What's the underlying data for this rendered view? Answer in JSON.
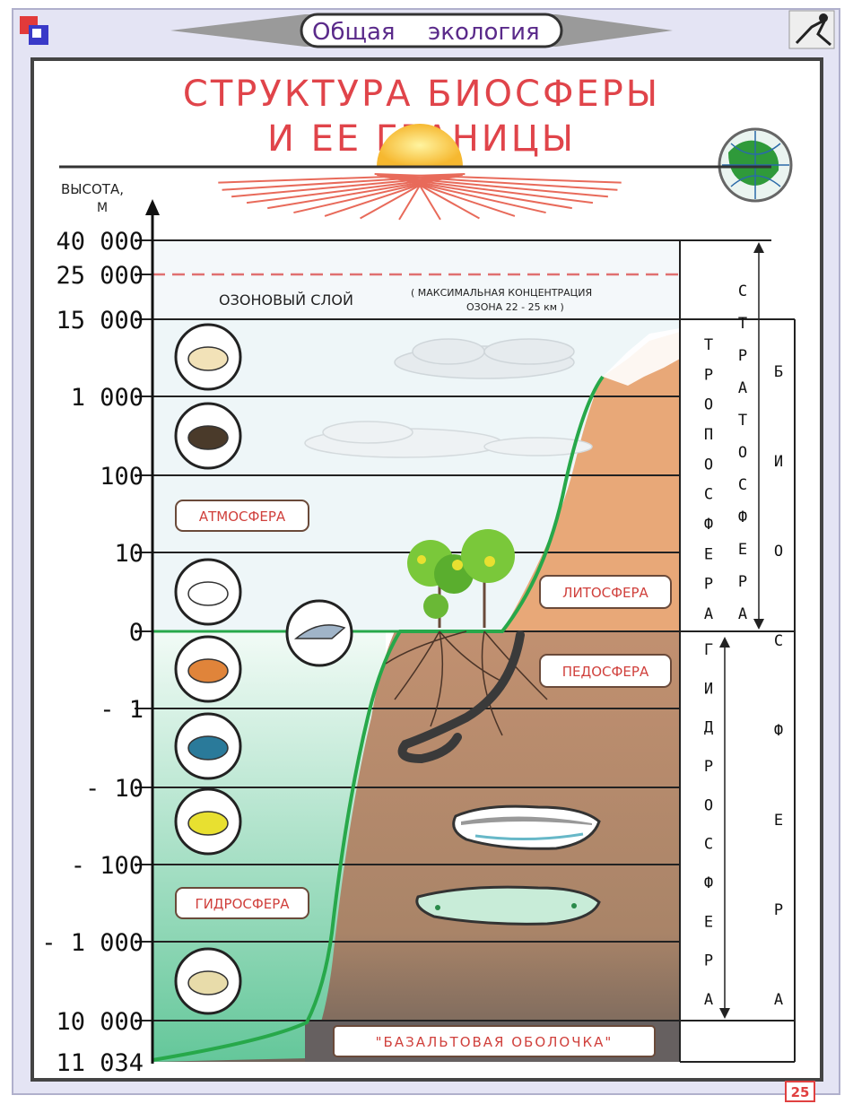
{
  "header": {
    "title_word1": "Общая",
    "title_word2": "экология",
    "page_number": "25"
  },
  "diagram": {
    "title_line1": "СТРУКТУРА   БИОСФЕРЫ",
    "title_line2": "И   ЕЕ   ГРАНИЦЫ",
    "y_axis_label_line1": "ВЫСОТА,",
    "y_axis_label_line2": "М",
    "y_ticks": [
      "40 000",
      "25 000",
      "15 000",
      "1 000",
      "100",
      "10",
      "0",
      "- 1",
      "- 10",
      "- 100",
      "- 1 000",
      "10 000",
      "11 034"
    ],
    "ozone_label": "ОЗОНОВЫЙ  СЛОЙ",
    "ozone_note_line1": "( МАКСИМАЛЬНАЯ   КОНЦЕНТРАЦИЯ",
    "ozone_note_line2": "ОЗОНА  22 - 25 км )",
    "zones": {
      "atmosphere": "АТМОСФЕРА",
      "hydrosphere": "ГИДРОСФЕРА",
      "lithosphere": "ЛИТОСФЕРА",
      "pedosphere": "ПЕДОСФЕРА",
      "basalt": "\"БАЗАЛЬТОВАЯ   ОБОЛОЧКА\""
    },
    "vertical_labels": {
      "troposphere": "ТРОПОСФЕРА",
      "stratosphere": "СТРАТОСФЕРА",
      "hydrosphere": "ГИДРОСФЕРА",
      "biosphere": "БИОСФЕРА"
    },
    "colors": {
      "title": "#e0444a",
      "header_text": "#5a2a8a",
      "sky": "#eef6f8",
      "water": "#7fd0a8",
      "soil": "#b8896a",
      "mountain": "#e8a878",
      "deep": "#7a6a60",
      "green_line": "#27a84a",
      "dashed_ozone": "#e07070",
      "box_border": "#6a4a3a"
    }
  }
}
